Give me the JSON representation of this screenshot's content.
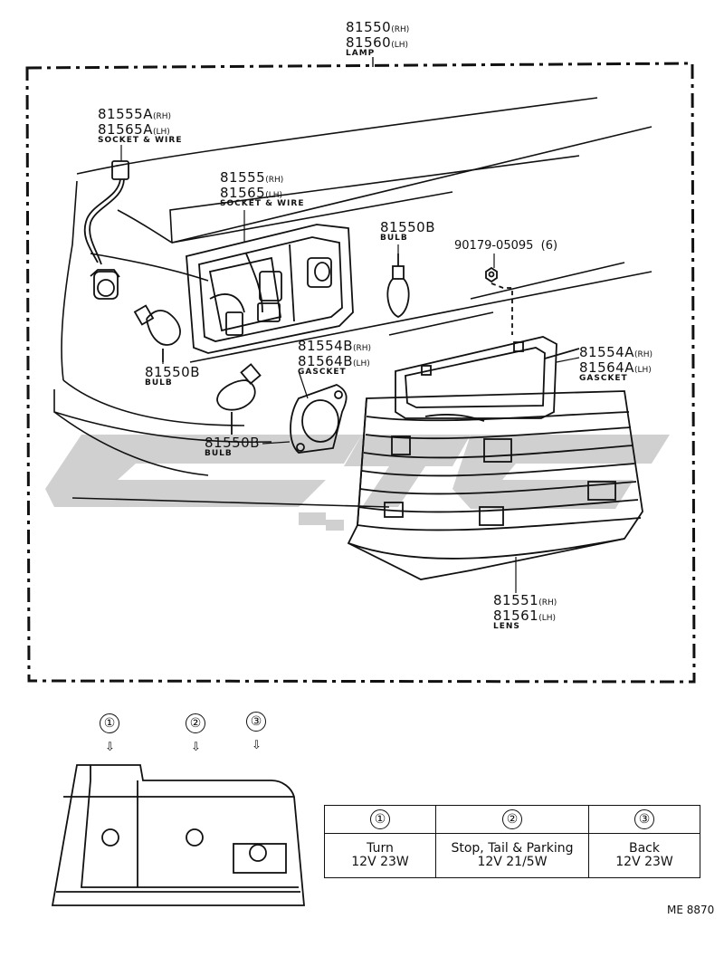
{
  "parts": {
    "lamp": {
      "rh": "81550",
      "rh_side": "(RH)",
      "lh": "81560",
      "lh_side": "(LH)",
      "desc": "LAMP"
    },
    "socket_wire_a": {
      "rh": "81555A",
      "rh_side": "(RH)",
      "lh": "81565A",
      "lh_side": "(LH)",
      "desc": "SOCKET & WIRE"
    },
    "socket_wire": {
      "rh": "81555",
      "rh_side": "(RH)",
      "lh": "81565",
      "lh_side": "(LH)",
      "desc": "SOCKET & WIRE"
    },
    "bulb_top": {
      "pn": "81550B",
      "desc": "BULB"
    },
    "screw": {
      "pn": "90179-05095",
      "qty": "(6)"
    },
    "bulb_left": {
      "pn": "81550B",
      "desc": "BULB"
    },
    "gasket_b": {
      "rh": "81554B",
      "rh_side": "(RH)",
      "lh": "81564B",
      "lh_side": "(LH)",
      "desc": "GASCKET"
    },
    "gasket_a": {
      "rh": "81554A",
      "rh_side": "(RH)",
      "lh": "81564A",
      "lh_side": "(LH)",
      "desc": "GASCKET"
    },
    "bulb_bottom": {
      "pn": "81550B",
      "desc": "BULB"
    },
    "lens": {
      "rh": "81551",
      "rh_side": "(RH)",
      "lh": "81561",
      "lh_side": "(LH)",
      "desc": "LENS"
    }
  },
  "positions": [
    "①",
    "②",
    "③"
  ],
  "table": {
    "headers": [
      "①",
      "②",
      "③"
    ],
    "rows": [
      {
        "name": "Turn",
        "spec": "12V 23W"
      },
      {
        "name": "Stop, Tail & Parking",
        "spec": "12V 21/5W"
      },
      {
        "name": "Back",
        "spec": "12V 23W"
      }
    ]
  },
  "code": "ME 8870",
  "colors": {
    "ink": "#111111",
    "watermark": "#c8c8c8"
  }
}
